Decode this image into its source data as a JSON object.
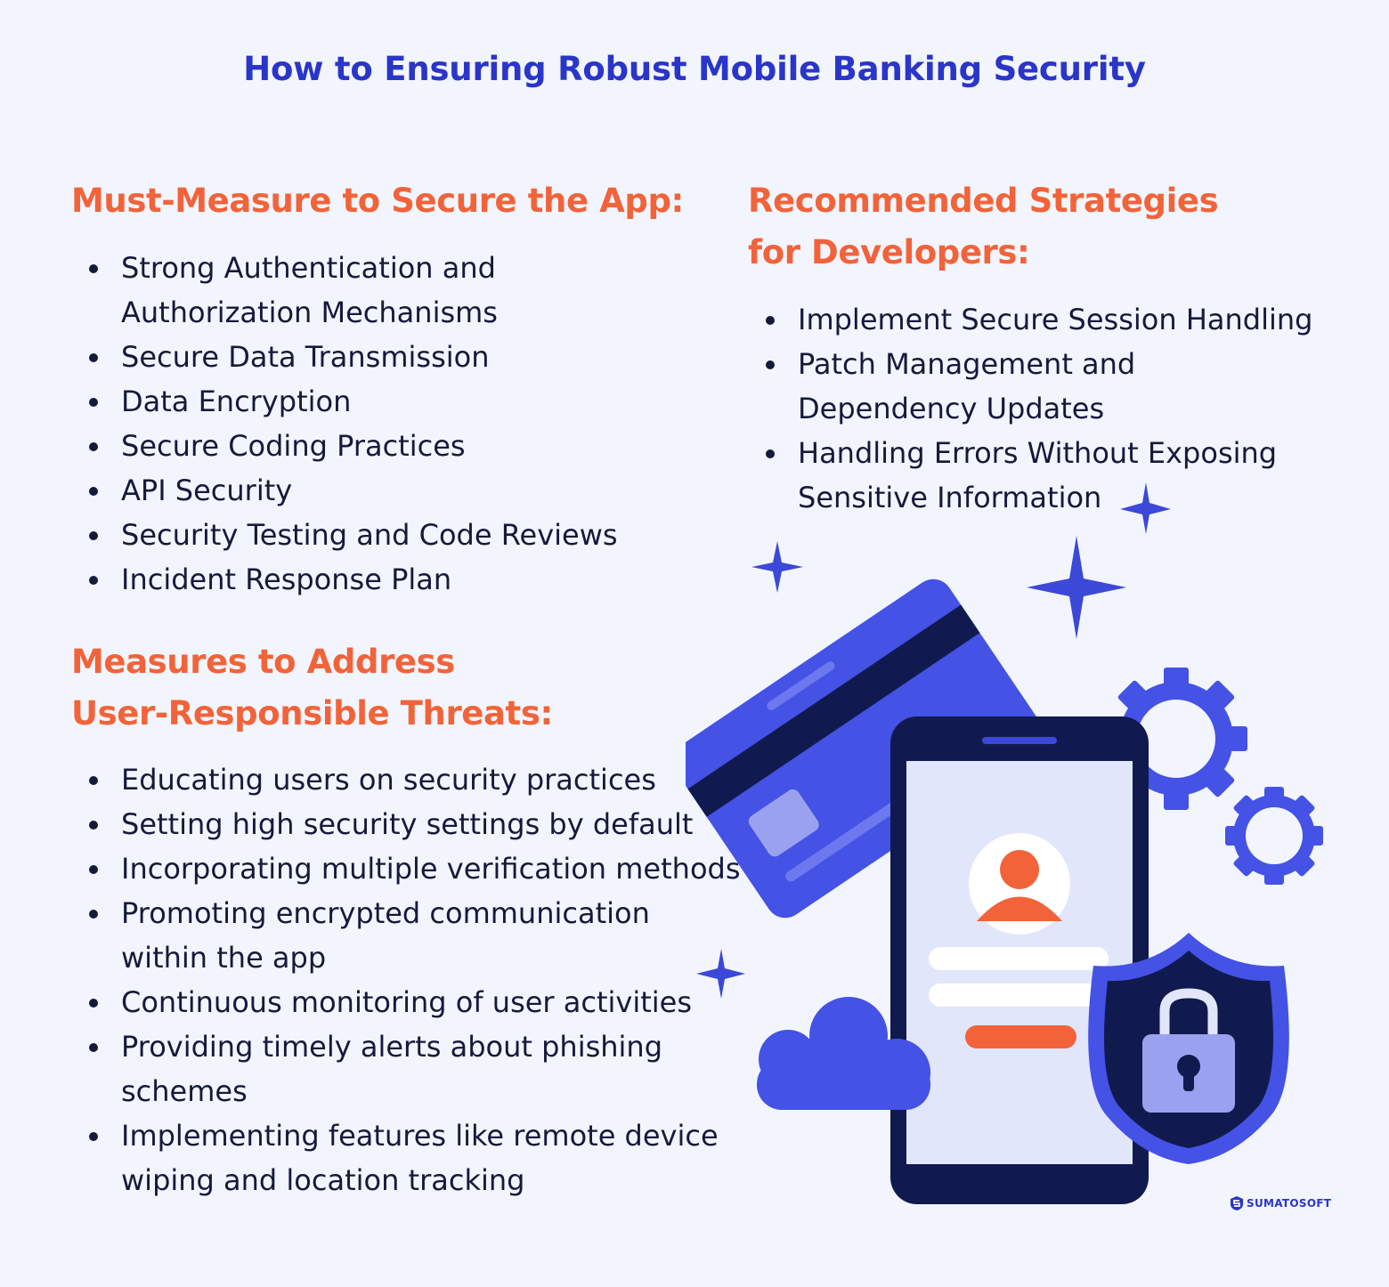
{
  "title": "How to Ensuring Robust Mobile Banking Security",
  "sections": {
    "must_measure": {
      "heading": "Must-Measure to Secure the App:",
      "items": [
        [
          "Strong Authentication and",
          "Authorization Mechanisms"
        ],
        [
          "Secure Data Transmission"
        ],
        [
          "Data Encryption"
        ],
        [
          "Secure Coding Practices"
        ],
        [
          "API Security"
        ],
        [
          "Security Testing and Code Reviews"
        ],
        [
          "Incident Response Plan"
        ]
      ]
    },
    "user_threats": {
      "heading_lines": [
        "Measures to Address",
        "User-Responsible Threats:"
      ],
      "items": [
        [
          "Educating users on security practices"
        ],
        [
          "Setting high security settings by default"
        ],
        [
          "Incorporating multiple verification methods"
        ],
        [
          "Promoting encrypted communication",
          "within the app"
        ],
        [
          "Continuous monitoring of user activities"
        ],
        [
          "Providing timely alerts about phishing",
          "schemes"
        ],
        [
          "Implementing features like remote device",
          "wiping and location tracking"
        ]
      ]
    },
    "recommended": {
      "heading_lines": [
        "Recommended Strategies",
        "for Developers:"
      ],
      "items": [
        [
          "Implement Secure Session Handling"
        ],
        [
          "Patch Management and",
          "Dependency Updates"
        ],
        [
          "Handling Errors Without Exposing",
          "Sensitive Information"
        ]
      ]
    }
  },
  "illustration": {
    "icons": [
      "credit-card-icon",
      "smartphone-icon",
      "user-avatar-icon",
      "shield-lock-icon",
      "cloud-icon",
      "gear-icon",
      "sparkle-icon"
    ]
  },
  "logo": {
    "text": "SUMATOSOFT"
  },
  "colors": {
    "background": "#f2f5fd",
    "title": "#2a35c9",
    "heading": "#f2633a",
    "body_text": "#151a3b",
    "accent_blue": "#4452e6",
    "dark_navy": "#111a4e"
  }
}
